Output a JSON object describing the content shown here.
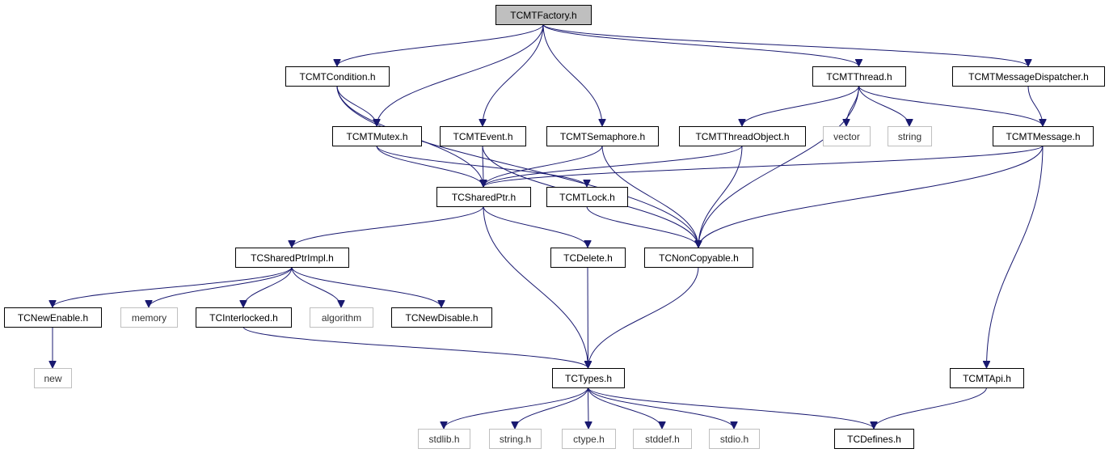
{
  "colors": {
    "edge": "#191970",
    "node_border": "#000000",
    "node_border_external": "#bfbfbf",
    "node_fill": "#ffffff",
    "root_fill": "#bfbfbf",
    "label": "#000000",
    "label_external": "#333333"
  },
  "nodes": [
    {
      "id": "TCMTFactory",
      "label": "TCMTFactory.h",
      "kind": "root"
    },
    {
      "id": "TCMTCondition",
      "label": "TCMTCondition.h",
      "kind": "header"
    },
    {
      "id": "TCMTThread",
      "label": "TCMTThread.h",
      "kind": "header"
    },
    {
      "id": "TCMTMessageDispatcher",
      "label": "TCMTMessageDispatcher.h",
      "kind": "header"
    },
    {
      "id": "TCMTMutex",
      "label": "TCMTMutex.h",
      "kind": "header"
    },
    {
      "id": "TCMTEvent",
      "label": "TCMTEvent.h",
      "kind": "header"
    },
    {
      "id": "TCMTSemaphore",
      "label": "TCMTSemaphore.h",
      "kind": "header"
    },
    {
      "id": "TCMTThreadObject",
      "label": "TCMTThreadObject.h",
      "kind": "header"
    },
    {
      "id": "vector",
      "label": "vector",
      "kind": "external"
    },
    {
      "id": "string",
      "label": "string",
      "kind": "external"
    },
    {
      "id": "TCMTMessage",
      "label": "TCMTMessage.h",
      "kind": "header"
    },
    {
      "id": "TCSharedPtr",
      "label": "TCSharedPtr.h",
      "kind": "header"
    },
    {
      "id": "TCMTLock",
      "label": "TCMTLock.h",
      "kind": "header"
    },
    {
      "id": "TCSharedPtrImpl",
      "label": "TCSharedPtrImpl.h",
      "kind": "header"
    },
    {
      "id": "TCDelete",
      "label": "TCDelete.h",
      "kind": "header"
    },
    {
      "id": "TCNonCopyable",
      "label": "TCNonCopyable.h",
      "kind": "header"
    },
    {
      "id": "TCNewEnable",
      "label": "TCNewEnable.h",
      "kind": "header"
    },
    {
      "id": "memory",
      "label": "memory",
      "kind": "external"
    },
    {
      "id": "TCInterlocked",
      "label": "TCInterlocked.h",
      "kind": "header"
    },
    {
      "id": "algorithm",
      "label": "algorithm",
      "kind": "external"
    },
    {
      "id": "TCNewDisable",
      "label": "TCNewDisable.h",
      "kind": "header"
    },
    {
      "id": "new",
      "label": "new",
      "kind": "external"
    },
    {
      "id": "TCTypes",
      "label": "TCTypes.h",
      "kind": "header"
    },
    {
      "id": "TCMTApi",
      "label": "TCMTApi.h",
      "kind": "header"
    },
    {
      "id": "stdlib",
      "label": "stdlib.h",
      "kind": "external"
    },
    {
      "id": "string_h",
      "label": "string.h",
      "kind": "external"
    },
    {
      "id": "ctype",
      "label": "ctype.h",
      "kind": "external"
    },
    {
      "id": "stddef",
      "label": "stddef.h",
      "kind": "external"
    },
    {
      "id": "stdio",
      "label": "stdio.h",
      "kind": "external"
    },
    {
      "id": "TCDefines",
      "label": "TCDefines.h",
      "kind": "header"
    }
  ],
  "edges": [
    [
      "TCMTFactory",
      "TCMTCondition"
    ],
    [
      "TCMTFactory",
      "TCMTMutex"
    ],
    [
      "TCMTFactory",
      "TCMTEvent"
    ],
    [
      "TCMTFactory",
      "TCMTSemaphore"
    ],
    [
      "TCMTFactory",
      "TCMTThread"
    ],
    [
      "TCMTFactory",
      "TCMTMessageDispatcher"
    ],
    [
      "TCMTCondition",
      "TCMTMutex"
    ],
    [
      "TCMTCondition",
      "TCSharedPtr"
    ],
    [
      "TCMTCondition",
      "TCNonCopyable"
    ],
    [
      "TCMTThread",
      "TCMTThreadObject"
    ],
    [
      "TCMTThread",
      "vector"
    ],
    [
      "TCMTThread",
      "string"
    ],
    [
      "TCMTThread",
      "TCMTMessage"
    ],
    [
      "TCMTThread",
      "TCNonCopyable"
    ],
    [
      "TCMTMessageDispatcher",
      "TCMTMessage"
    ],
    [
      "TCMTMutex",
      "TCSharedPtr"
    ],
    [
      "TCMTMutex",
      "TCMTLock"
    ],
    [
      "TCMTEvent",
      "TCSharedPtr"
    ],
    [
      "TCMTEvent",
      "TCNonCopyable"
    ],
    [
      "TCMTSemaphore",
      "TCSharedPtr"
    ],
    [
      "TCMTSemaphore",
      "TCNonCopyable"
    ],
    [
      "TCMTThreadObject",
      "TCSharedPtr"
    ],
    [
      "TCMTThreadObject",
      "TCNonCopyable"
    ],
    [
      "TCMTMessage",
      "TCSharedPtr"
    ],
    [
      "TCMTMessage",
      "TCNonCopyable"
    ],
    [
      "TCMTMessage",
      "TCMTApi"
    ],
    [
      "TCSharedPtr",
      "TCSharedPtrImpl"
    ],
    [
      "TCSharedPtr",
      "TCDelete"
    ],
    [
      "TCSharedPtr",
      "TCTypes"
    ],
    [
      "TCMTLock",
      "TCNonCopyable"
    ],
    [
      "TCSharedPtrImpl",
      "TCNewEnable"
    ],
    [
      "TCSharedPtrImpl",
      "memory"
    ],
    [
      "TCSharedPtrImpl",
      "TCInterlocked"
    ],
    [
      "TCSharedPtrImpl",
      "algorithm"
    ],
    [
      "TCSharedPtrImpl",
      "TCNewDisable"
    ],
    [
      "TCDelete",
      "TCTypes"
    ],
    [
      "TCNonCopyable",
      "TCTypes"
    ],
    [
      "TCNewEnable",
      "new"
    ],
    [
      "TCInterlocked",
      "TCTypes"
    ],
    [
      "TCTypes",
      "stdlib"
    ],
    [
      "TCTypes",
      "string_h"
    ],
    [
      "TCTypes",
      "ctype"
    ],
    [
      "TCTypes",
      "stddef"
    ],
    [
      "TCTypes",
      "stdio"
    ],
    [
      "TCTypes",
      "TCDefines"
    ],
    [
      "TCMTApi",
      "TCDefines"
    ]
  ]
}
